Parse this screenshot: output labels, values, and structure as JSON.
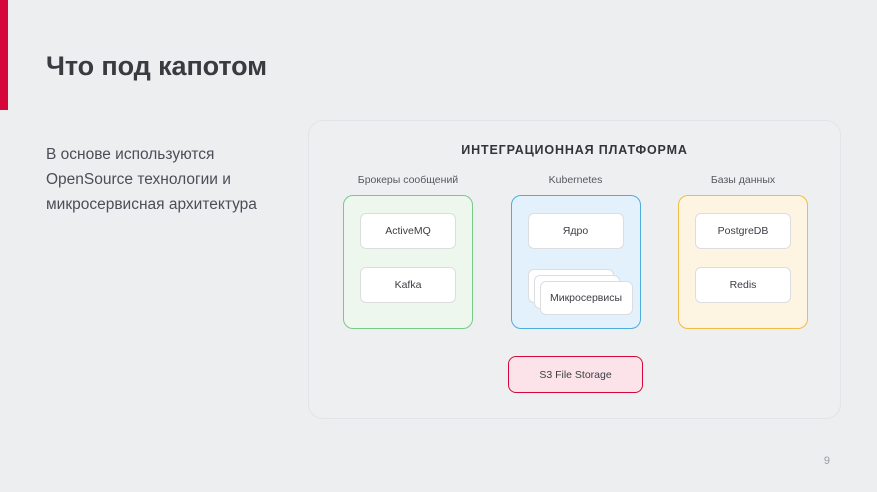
{
  "slide": {
    "title": "Что под капотом",
    "lead_text": "В основе используются OpenSource технологии и микросервисная архитектура",
    "page_number": "9",
    "accent_color": "#d5073b",
    "background_color": "#edeef0"
  },
  "panel": {
    "title": "ИНТЕГРАЦИОННАЯ ПЛАТФОРМА",
    "background_color": "#eeeff1",
    "columns": [
      {
        "label": "Брокеры сообщений",
        "color": "#79c98a",
        "fill": "#edf7ee",
        "items": [
          {
            "label": "ActiveMQ",
            "style": "single"
          },
          {
            "label": "Kafka",
            "style": "single"
          }
        ]
      },
      {
        "label": "Kubernetes",
        "color": "#4fadde",
        "fill": "#e2f1fb",
        "items": [
          {
            "label": "Ядро",
            "style": "single"
          },
          {
            "label": "Микросервисы",
            "style": "stack"
          }
        ]
      },
      {
        "label": "Базы данных",
        "color": "#f4bb45",
        "fill": "#fdf4e1",
        "items": [
          {
            "label": "PostgreDB",
            "style": "single"
          },
          {
            "label": "Redis",
            "style": "single"
          }
        ]
      }
    ],
    "storage": {
      "label": "S3 File Storage",
      "border_color": "#d5073b",
      "fill": "#fbe3e9"
    }
  }
}
